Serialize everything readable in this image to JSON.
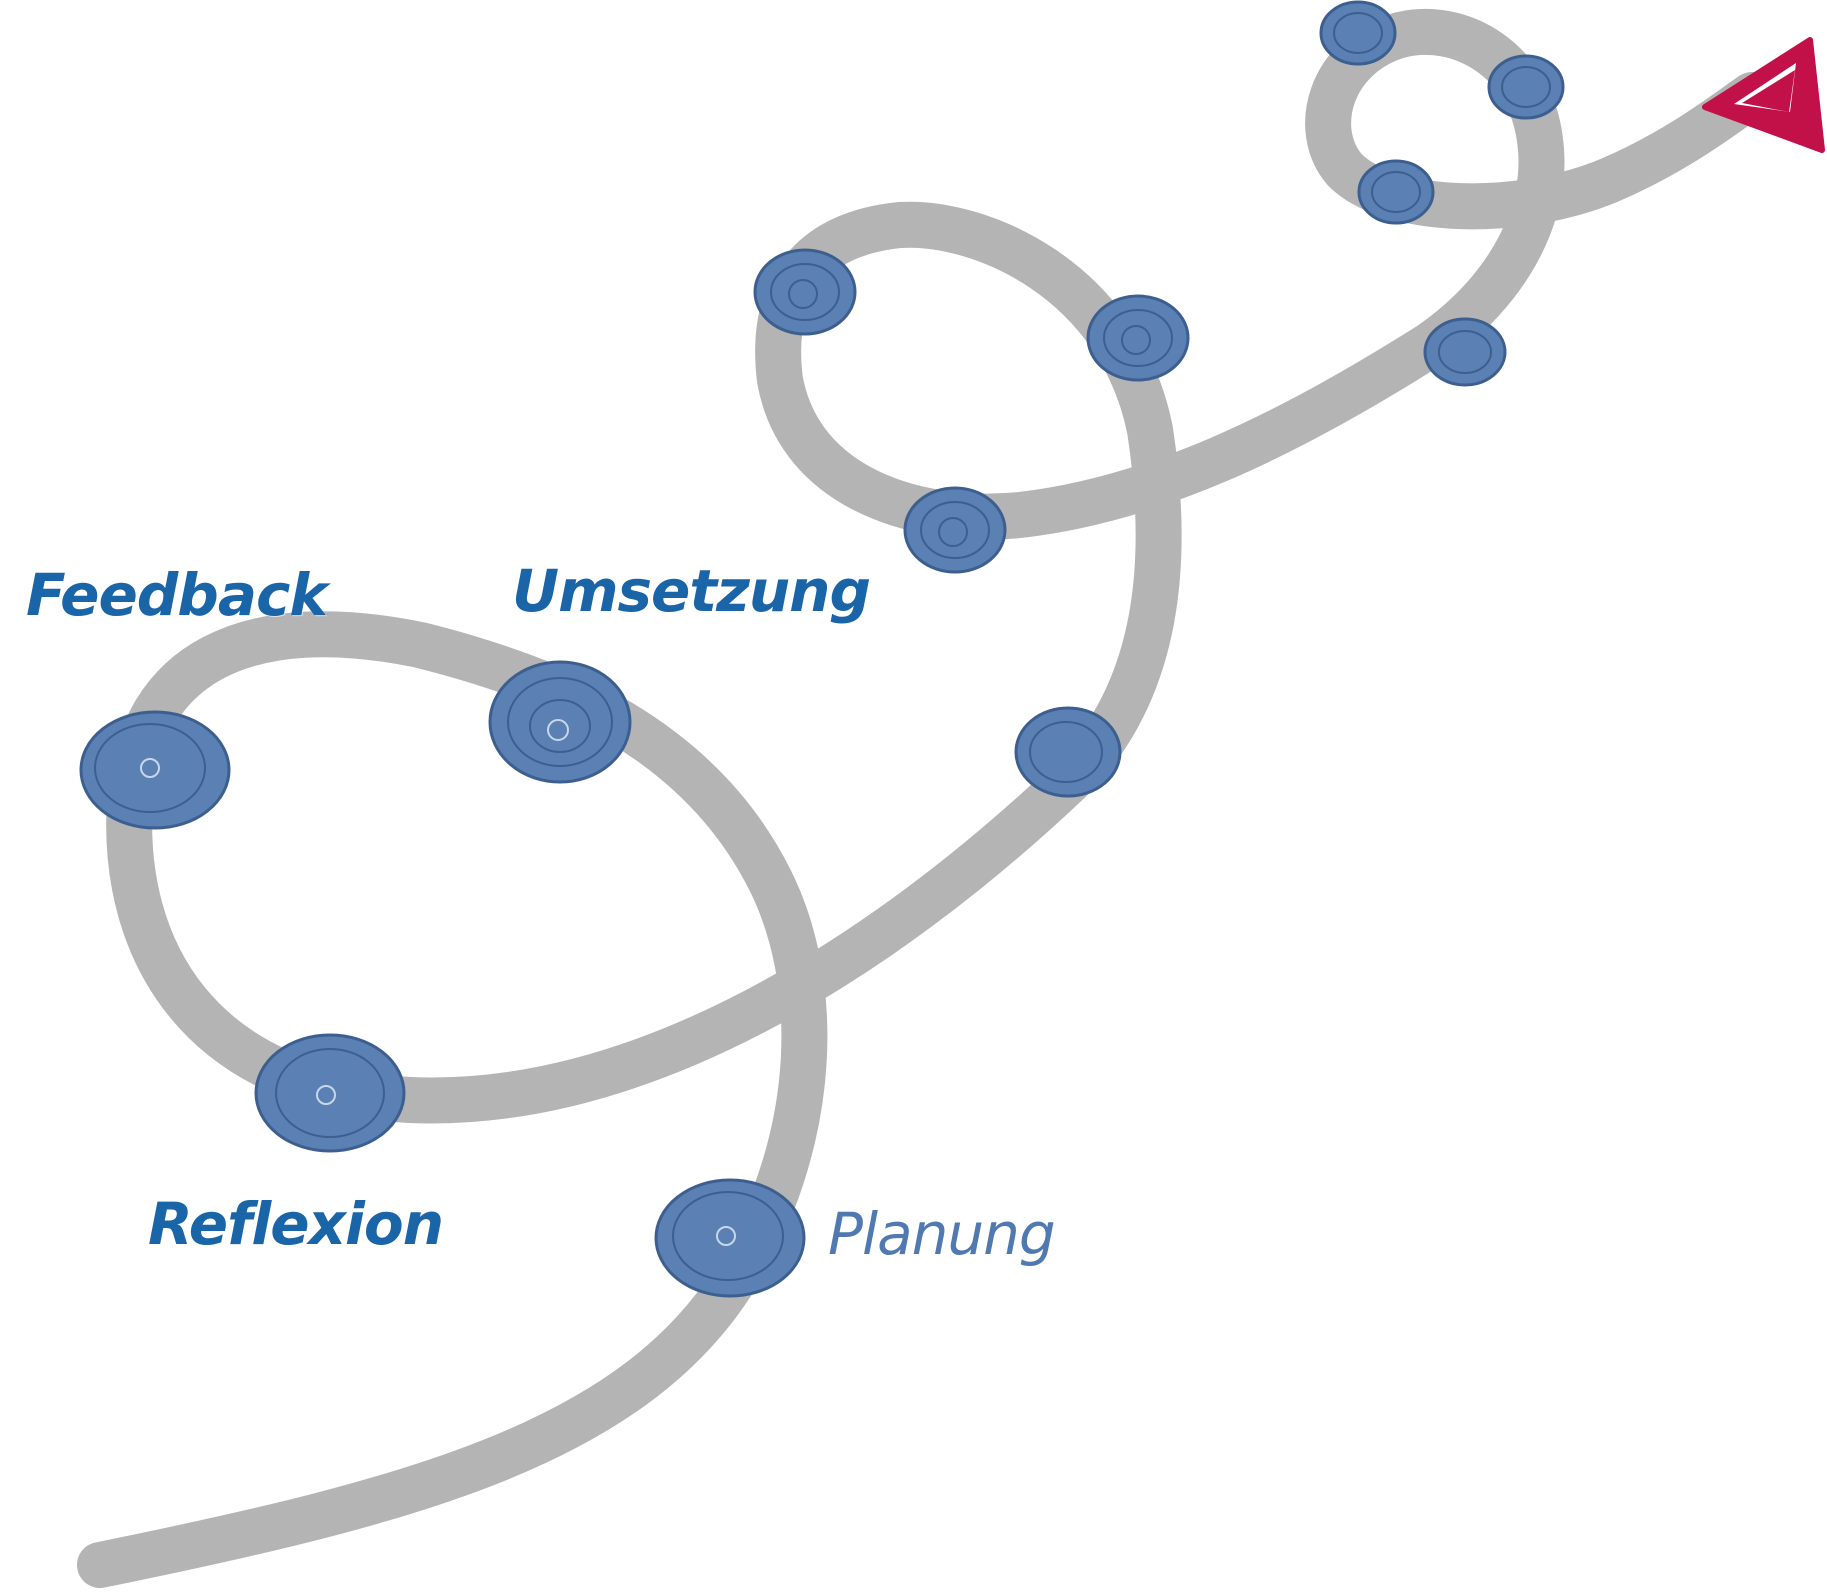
{
  "labels": {
    "feedback": "Feedback",
    "umsetzung": "Umsetzung",
    "reflexion": "Reflexion",
    "planung": "Planung"
  },
  "colors": {
    "path": "#b4b4b4",
    "node_fill": "#5a80b4",
    "node_scribble": "#3d5f8f",
    "arrow": "#c21048",
    "label_strong": "#1a64a8",
    "label_soft": "#4f79b0"
  }
}
